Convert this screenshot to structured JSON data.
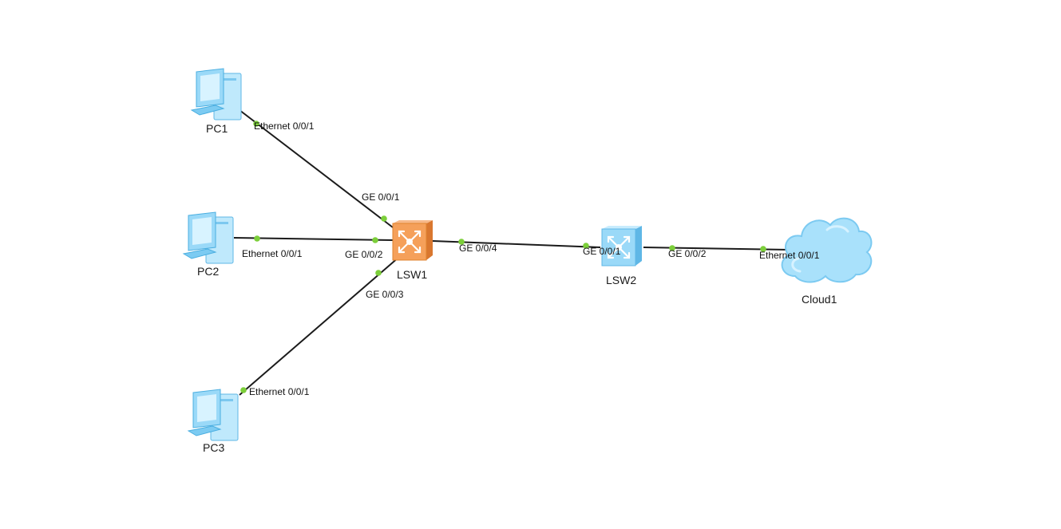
{
  "colors": {
    "link": "#1b1b1b",
    "port_dot": "#7ccf3a",
    "switch_core": "#f29a4f",
    "switch_access": "#8fd3f5",
    "pc": "#88d4f7",
    "cloud": "#a9e1fb"
  },
  "nodes": {
    "pc1": {
      "label": "PC1",
      "icon": "pc-icon"
    },
    "pc2": {
      "label": "PC2",
      "icon": "pc-icon"
    },
    "pc3": {
      "label": "PC3",
      "icon": "pc-icon"
    },
    "lsw1": {
      "label": "LSW1",
      "icon": "switch-icon"
    },
    "lsw2": {
      "label": "LSW2",
      "icon": "switch-icon"
    },
    "cloud1": {
      "label": "Cloud1",
      "icon": "cloud-icon"
    }
  },
  "ports": {
    "pc1_eth": "Ethernet 0/0/1",
    "pc2_eth": "Ethernet 0/0/1",
    "pc3_eth": "Ethernet 0/0/1",
    "lsw1_ge1": "GE 0/0/1",
    "lsw1_ge2": "GE 0/0/2",
    "lsw1_ge3": "GE 0/0/3",
    "lsw1_ge4": "GE 0/0/4",
    "lsw2_ge1": "GE 0/0/1",
    "lsw2_ge2": "GE 0/0/2",
    "cloud1_eth": "Ethernet 0/0/1"
  }
}
